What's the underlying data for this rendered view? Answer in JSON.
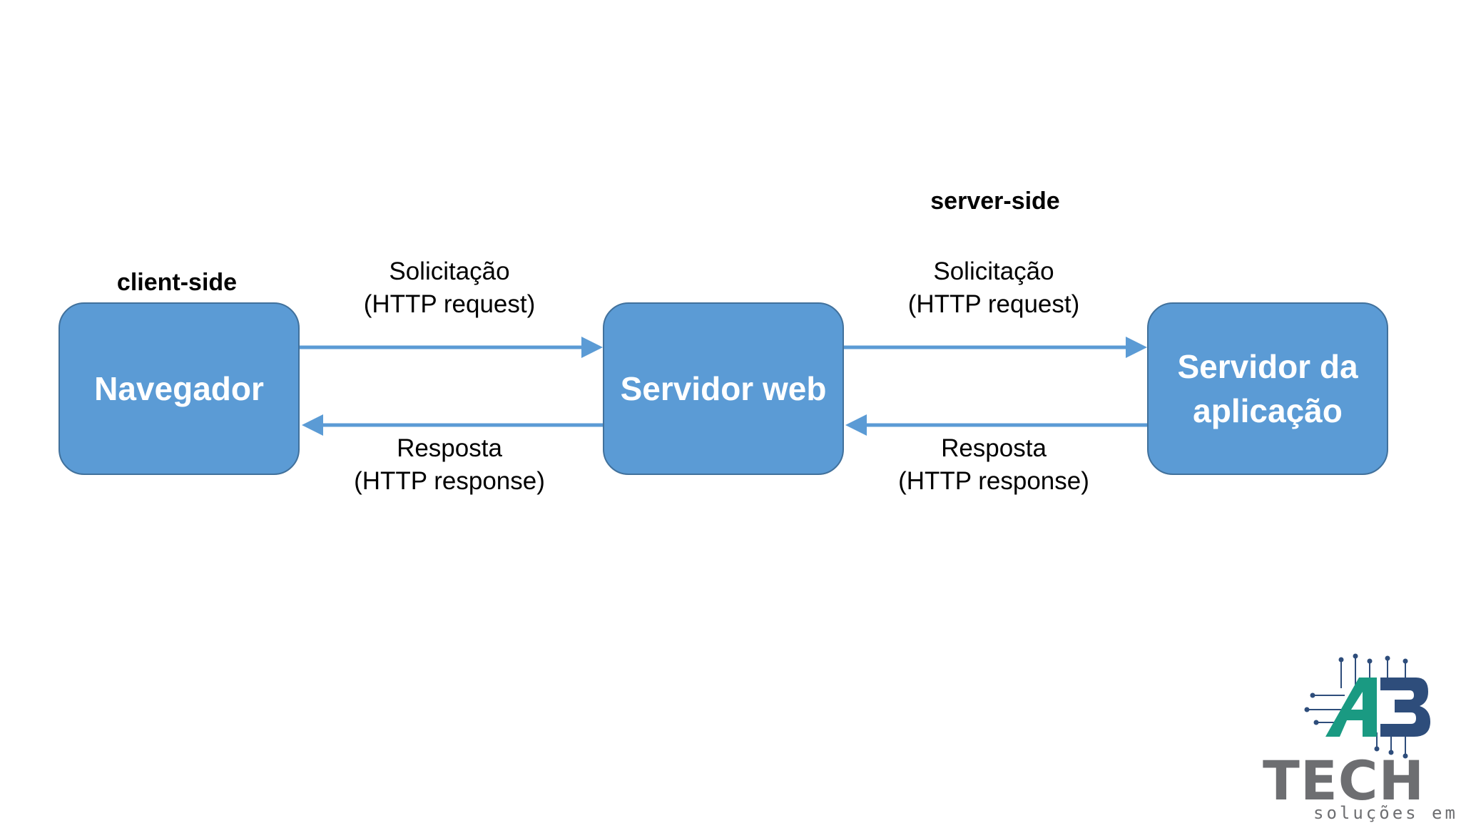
{
  "regions": {
    "client_side": "client-side",
    "server_side": "server-side"
  },
  "nodes": {
    "browser": "Navegador",
    "web_server": "Servidor web",
    "app_server_line1": "Servidor da",
    "app_server_line2": "aplicação"
  },
  "edges": {
    "request_1_line1": "Solicitação",
    "request_1_line2": "(HTTP request)",
    "response_1_line1": "Resposta",
    "response_1_line2": "(HTTP response)",
    "request_2_line1": "Solicitação",
    "request_2_line2": "(HTTP request)",
    "response_2_line1": "Resposta",
    "response_2_line2": "(HTTP response)"
  },
  "logo": {
    "mark": "A3",
    "name": "TECH",
    "tagline": "soluções em ti"
  },
  "colors": {
    "box_fill": "#5b9bd5",
    "box_border": "#41719c",
    "arrow": "#5b9bd5",
    "logo_teal": "#1a9a82",
    "logo_navy": "#2e4d7b",
    "logo_gray": "#6d6e71"
  }
}
